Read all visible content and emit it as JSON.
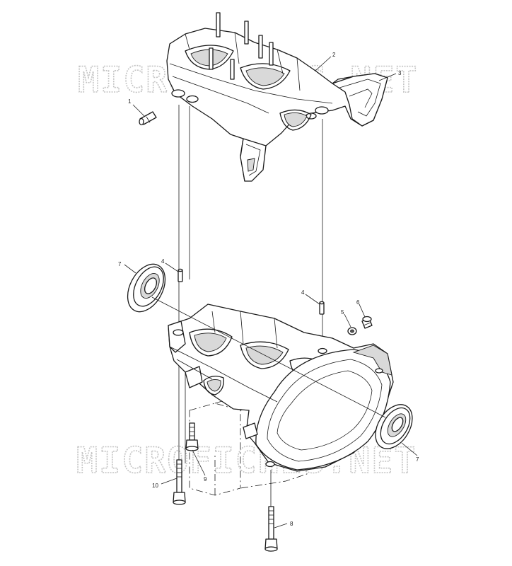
{
  "watermark": {
    "text": "MICROFICHES.NET",
    "color": "#c4c4c4"
  },
  "callouts": [
    {
      "id": "c1",
      "label": "1"
    },
    {
      "id": "c2",
      "label": "2"
    },
    {
      "id": "c3",
      "label": "3"
    },
    {
      "id": "c4a",
      "label": "4"
    },
    {
      "id": "c4b",
      "label": "4"
    },
    {
      "id": "c5",
      "label": "5"
    },
    {
      "id": "c6",
      "label": "6"
    },
    {
      "id": "c7a",
      "label": "7"
    },
    {
      "id": "c7b",
      "label": "7"
    },
    {
      "id": "c8",
      "label": "8"
    },
    {
      "id": "c9",
      "label": "9"
    },
    {
      "id": "c10",
      "label": "10"
    }
  ],
  "colors": {
    "line": "#1a1a1a",
    "background": "#ffffff",
    "watermark": "#c4c4c4"
  }
}
